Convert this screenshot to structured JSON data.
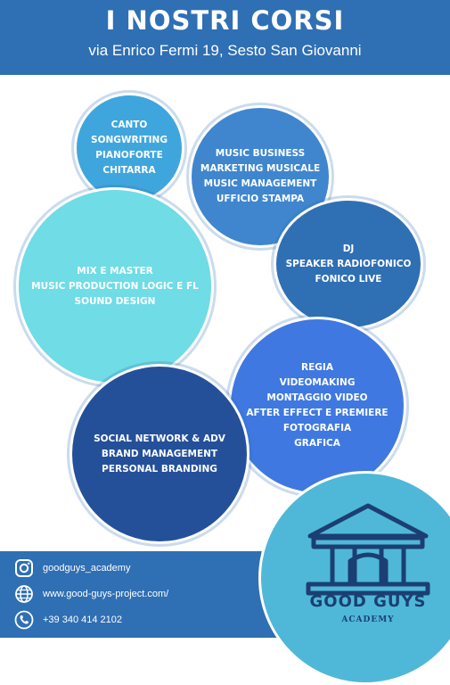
{
  "header": {
    "title": "I NOSTRI CORSI",
    "address": "via Enrico Fermi 19, Sesto San Giovanni"
  },
  "courses": [
    {
      "lines": [
        "CANTO",
        "SONGWRITING",
        "PIANOFORTE",
        "CHITARRA"
      ],
      "color": "#3fa6dd"
    },
    {
      "lines": [
        "MUSIC BUSINESS",
        "MARKETING MUSICALE",
        "MUSIC MANAGEMENT",
        "UFFICIO STAMPA"
      ],
      "color": "#3f86cf"
    },
    {
      "lines": [
        "MIX E MASTER",
        "MUSIC PRODUCTION LOGIC E FL",
        "SOUND DESIGN"
      ],
      "color": "#6fdce6"
    },
    {
      "lines": [
        "DJ",
        "SPEAKER RADIOFONICO",
        "FONICO LIVE"
      ],
      "color": "#2f6fb4"
    },
    {
      "lines": [
        "REGIA",
        "VIDEOMAKING",
        "MONTAGGIO VIDEO",
        "AFTER EFFECT E PREMIERE",
        "FOTOGRAFIA",
        "GRAFICA"
      ],
      "color": "#3f78e0"
    },
    {
      "lines": [
        "SOCIAL NETWORK & ADV",
        "BRAND MANAGEMENT",
        "PERSONAL BRANDING"
      ],
      "color": "#24509a"
    }
  ],
  "contacts": {
    "instagram": "goodguys_academy",
    "website": "www.good-guys-project.com/",
    "phone": "+39 340 414 2102"
  },
  "icons": {
    "instagram": "instagram-icon",
    "website": "globe-icon",
    "phone": "phone-icon"
  },
  "logo": {
    "name": "GOOD GUYS",
    "sub": "ACADEMY"
  }
}
